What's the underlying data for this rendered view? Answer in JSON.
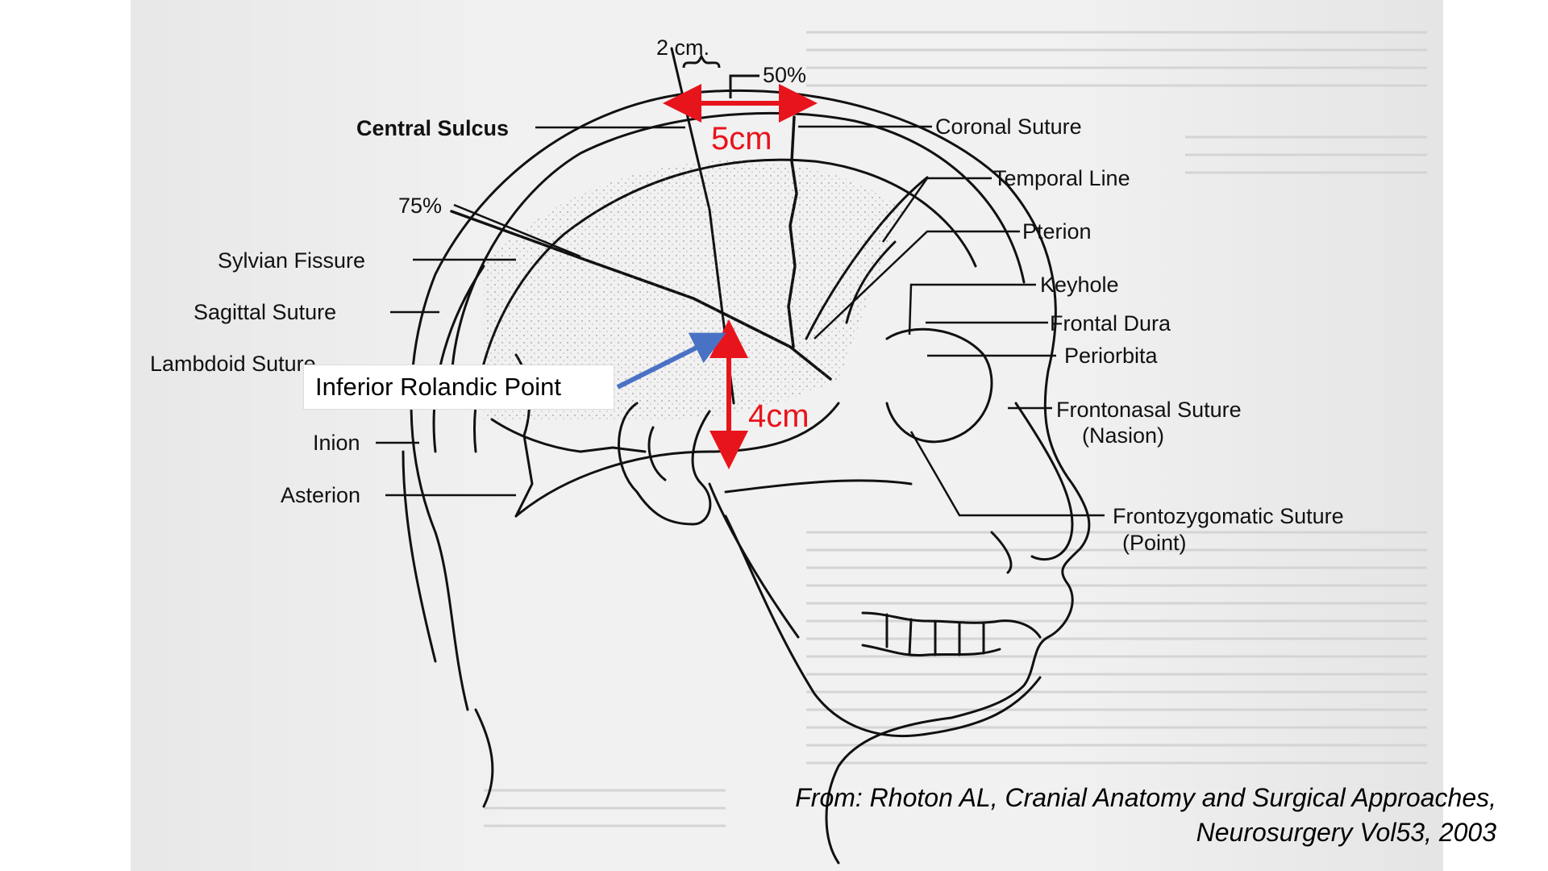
{
  "labels": {
    "measure_2cm": "2 cm.",
    "pct_50": "50%",
    "pct_75": "75%",
    "central_sulcus": "Central Sulcus",
    "coronal_suture": "Coronal Suture",
    "temporal_line": "Temporal Line",
    "pterion": "Pterion",
    "keyhole": "Keyhole",
    "frontal_dura": "Frontal Dura",
    "periorbita": "Periorbita",
    "frontonasal_suture": "Frontonasal Suture",
    "nasion": "(Nasion)",
    "frontozygomatic_suture": "Frontozygomatic Suture",
    "fz_point": "(Point)",
    "sylvian_fissure": "Sylvian Fissure",
    "sagittal_suture": "Sagittal Suture",
    "lambdoid_suture": "Lambdoid Suture",
    "inion": "Inion",
    "asterion": "Asterion"
  },
  "annotations": {
    "five_cm": "5cm",
    "four_cm": "4cm",
    "inferior_rolandic_point": "Inferior Rolandic Point"
  },
  "citation": {
    "line1": "From: Rhoton AL, Cranial Anatomy and Surgical Approaches,",
    "line2": "Neurosurgery Vol53, 2003"
  },
  "colors": {
    "measurement_red": "#e8141b",
    "pointer_blue": "#4a72c4",
    "ink": "#111111"
  }
}
